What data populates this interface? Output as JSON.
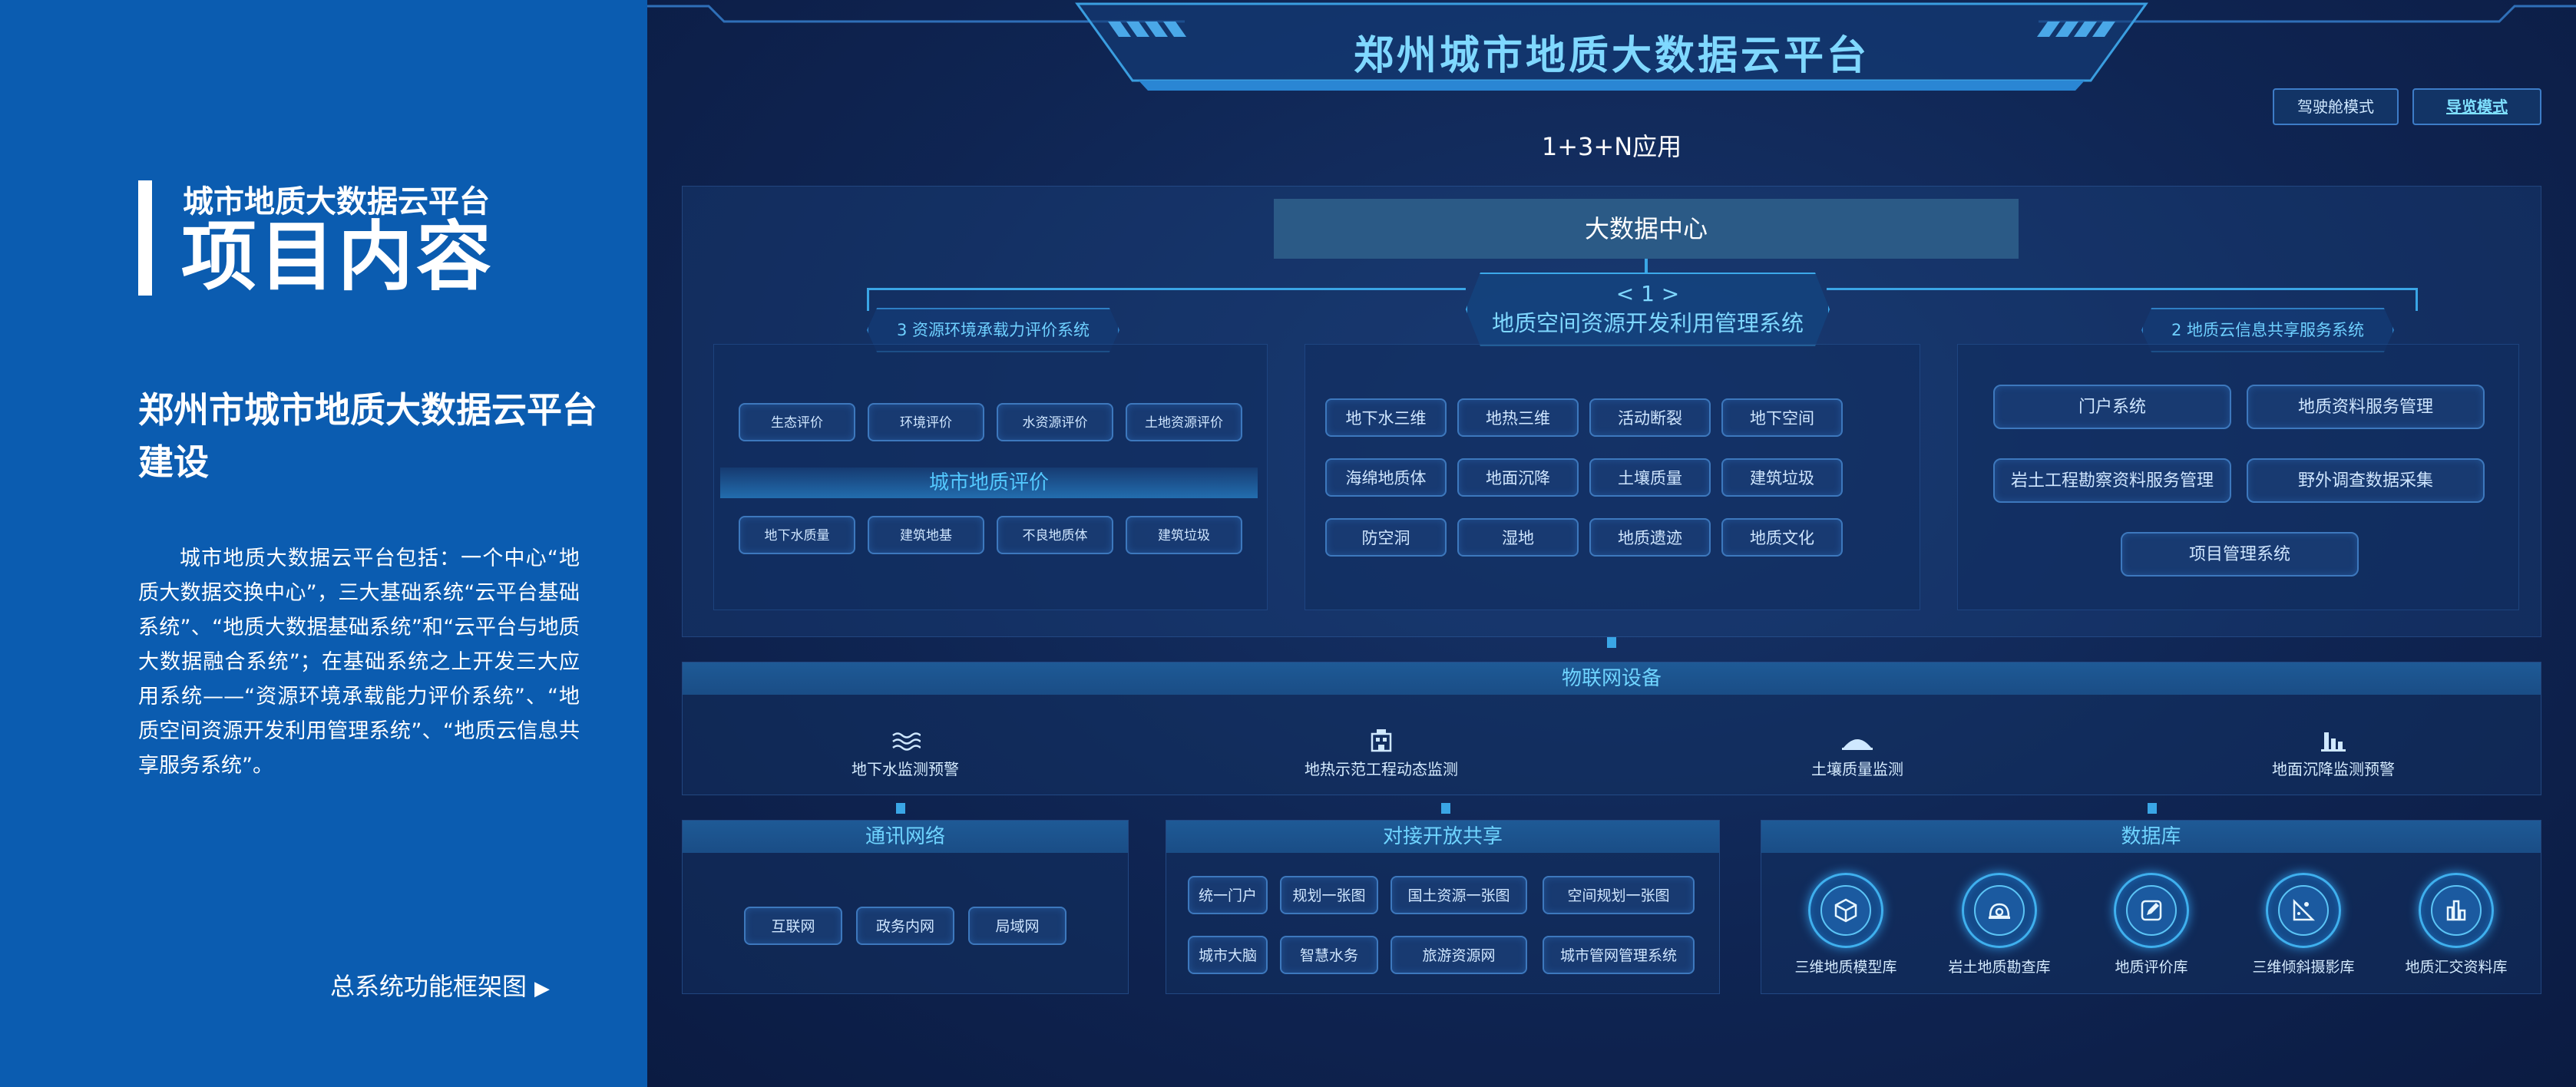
{
  "left": {
    "subtitle": "城市地质大数据云平台",
    "title": "项目内容",
    "heading": "郑州市城市地质大数据云平台建设",
    "description": "城市地质大数据云平台包括：一个中心“地质大数据交换中心”，三大基础系统“云平台基础系统”、“地质大数据基础系统”和“云平台与地质大数据融合系统”；在基础系统之上开发三大应用系统——“资源环境承载能力评价系统”、“地质空间资源开发利用管理系统”、“地质云信息共享服务系统”。",
    "link": "总系统功能框架图",
    "link_arrow": "▶"
  },
  "header": {
    "title": "郑州城市地质大数据云平台",
    "mode_cockpit": "驾驶舱模式",
    "mode_guide": "导览模式",
    "subtitle": "1+3+N应用"
  },
  "core": {
    "bigdata": "大数据中心",
    "hub_num": "< 1 >",
    "hub_name": "地质空间资源开发利用管理系统",
    "left_sys": "3 资源环境承载力评价系统",
    "right_sys": "2 地质云信息共享服务系统"
  },
  "left_system": {
    "row1": [
      "生态评价",
      "环境评价",
      "水资源评价",
      "土地资源评价"
    ],
    "bar": "城市地质评价",
    "row2": [
      "地下水质量",
      "建筑地基",
      "不良地质体",
      "建筑垃圾"
    ]
  },
  "center_system": {
    "row1": [
      "地下水三维",
      "地热三维",
      "活动断裂",
      "地下空间"
    ],
    "row2": [
      "海绵地质体",
      "地面沉降",
      "土壤质量",
      "建筑垃圾"
    ],
    "row3": [
      "防空洞",
      "湿地",
      "地质遗迹",
      "地质文化"
    ]
  },
  "right_system": {
    "row1": [
      "门户系统",
      "地质资料服务管理"
    ],
    "row2": [
      "岩土工程勘察资料服务管理",
      "野外调查数据采集"
    ],
    "row3": [
      "项目管理系统"
    ]
  },
  "iot": {
    "title": "物联网设备",
    "items": [
      {
        "label": "地下水监测预警",
        "icon": "water-waves-icon"
      },
      {
        "label": "地热示范工程动态监测",
        "icon": "building-monitor-icon"
      },
      {
        "label": "土壤质量监测",
        "icon": "soil-mound-icon"
      },
      {
        "label": "地面沉降监测预警",
        "icon": "settlement-chart-icon"
      }
    ]
  },
  "network": {
    "title": "通讯网络",
    "items": [
      "互联网",
      "政务内网",
      "局域网"
    ]
  },
  "share": {
    "title": "对接开放共享",
    "row1": [
      "统一门户",
      "规划一张图",
      "国土资源一张图",
      "空间规划一张图"
    ],
    "row2": [
      "城市大脑",
      "智慧水务",
      "旅游资源网",
      "城市管网管理系统"
    ]
  },
  "database": {
    "title": "数据库",
    "items": [
      {
        "label": "三维地质模型库",
        "icon": "cube-icon"
      },
      {
        "label": "岩土地质勘查库",
        "icon": "survey-icon"
      },
      {
        "label": "地质评价库",
        "icon": "edit-icon"
      },
      {
        "label": "三维倾斜摄影库",
        "icon": "tilt-photo-icon"
      },
      {
        "label": "地质汇交资料库",
        "icon": "bar-chart-icon"
      }
    ]
  }
}
